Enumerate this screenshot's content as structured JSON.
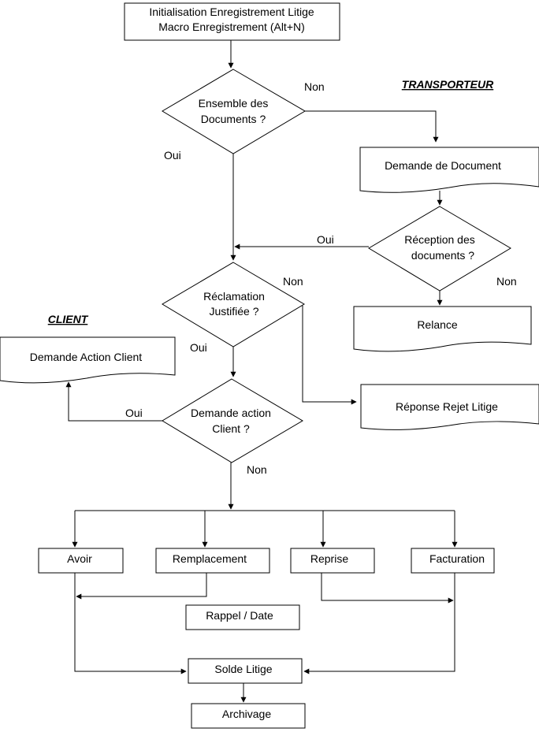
{
  "nodes": {
    "init_line1": "Initialisation Enregistrement Litige",
    "init_line2": "Macro Enregistrement (Alt+N)",
    "ensemble_line1": "Ensemble des",
    "ensemble_line2": "Documents ?",
    "demande_document": "Demande de Document",
    "reception_line1": "Réception des",
    "reception_line2": "documents ?",
    "relance": "Relance",
    "reclamation_line1": "Réclamation",
    "reclamation_line2": "Justifiée ?",
    "demande_action_client": "Demande Action Client",
    "demande_action_line1": "Demande action",
    "demande_action_line2": "Client ?",
    "reponse_rejet": "Réponse Rejet Litige",
    "avoir": "Avoir",
    "remplacement": "Remplacement",
    "reprise": "Reprise",
    "facturation": "Facturation",
    "rappel_date": "Rappel / Date",
    "solde_litige": "Solde Litige",
    "archivage": "Archivage"
  },
  "headers": {
    "transporteur": "TRANSPORTEUR",
    "client": "CLIENT"
  },
  "labels": {
    "non_1": "Non",
    "oui_1": "Oui",
    "oui_2": "Oui",
    "non_2": "Non",
    "non_3": "Non",
    "oui_3": "Oui",
    "oui_4": "Oui",
    "non_4": "Non"
  }
}
